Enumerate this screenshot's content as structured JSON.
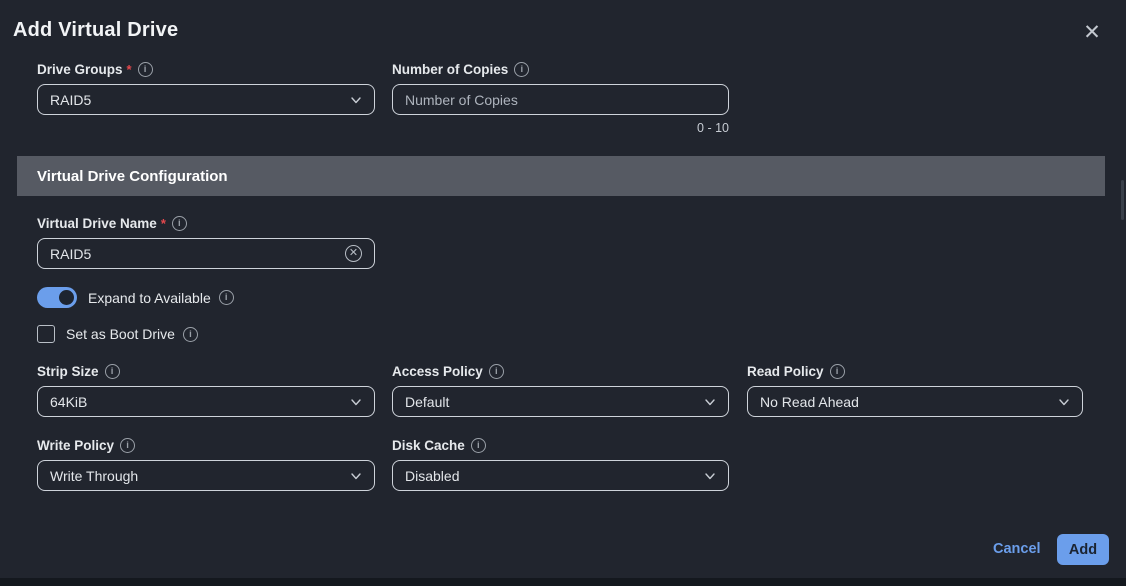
{
  "dialog": {
    "title": "Add Virtual Drive"
  },
  "misc": {
    "required_marker": "*",
    "info_glyph": "i",
    "close_glyph": "✕",
    "clear_glyph": "✕"
  },
  "fields": {
    "drive_groups": {
      "label": "Drive Groups",
      "required": true,
      "value": "RAID5"
    },
    "number_of_copies": {
      "label": "Number of Copies",
      "placeholder": "Number of Copies",
      "value": "",
      "helper": "0 - 10"
    },
    "virtual_drive_name": {
      "label": "Virtual Drive Name",
      "required": true,
      "value": "RAID5"
    },
    "expand_to_available": {
      "label": "Expand to Available",
      "state": "on"
    },
    "set_as_boot_drive": {
      "label": "Set as Boot Drive",
      "state": "unchecked"
    },
    "strip_size": {
      "label": "Strip Size",
      "value": "64KiB"
    },
    "access_policy": {
      "label": "Access Policy",
      "value": "Default"
    },
    "read_policy": {
      "label": "Read Policy",
      "value": "No Read Ahead"
    },
    "write_policy": {
      "label": "Write Policy",
      "value": "Write Through"
    },
    "disk_cache": {
      "label": "Disk Cache",
      "value": "Disabled"
    }
  },
  "section": {
    "title": "Virtual Drive Configuration"
  },
  "footer": {
    "cancel_label": "Cancel",
    "add_label": "Add"
  },
  "colors": {
    "accent": "#6b9eeb",
    "required": "#e5484d",
    "section_bar": "#565a63",
    "background": "#21252e",
    "border": "#ced3da"
  }
}
